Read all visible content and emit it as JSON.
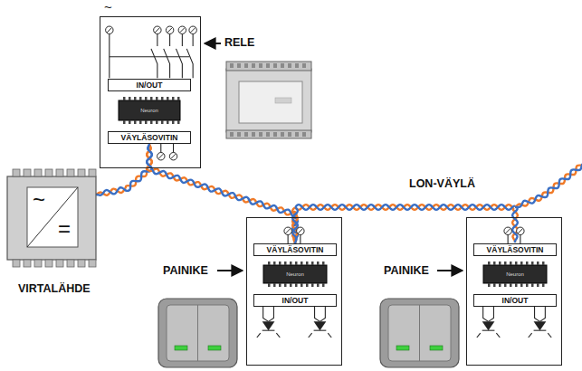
{
  "diagram": {
    "nodes": [
      {
        "text": [
          "~"
        ]
      },
      {
        "text": [
          "IN/OUT"
        ],
        "in": 0
      },
      {
        "text": [
          "Neuron"
        ],
        "in": 0
      },
      {
        "text": [
          "VÄYLÄSOVITIN"
        ],
        "in": 0
      },
      {
        "text": [
          "~",
          "="
        ]
      },
      {
        "text": []
      },
      {
        "text": [
          "VÄYLÄSOVITIN"
        ],
        "in": 5
      },
      {
        "text": [
          "Neuron"
        ],
        "in": 5
      },
      {
        "text": [
          "IN/OUT"
        ],
        "in": 5
      },
      {
        "text": []
      },
      {
        "text": [
          "VÄYLÄSOVITIN"
        ],
        "in": 9
      },
      {
        "text": [
          "Neuron"
        ],
        "in": 9
      },
      {
        "text": [
          "IN/OUT"
        ],
        "in": 9
      }
    ],
    "edges": [
      {
        "from": 4,
        "to": 3,
        "arrow": "none"
      },
      {
        "from": 3,
        "to": 6,
        "arrow": "none"
      },
      {
        "from": 6,
        "to": 10,
        "arrow": "none"
      }
    ],
    "labels": [
      "RELE",
      "LON-VÄYLÄ",
      "PAINIKE",
      "PAINIKE",
      "VIRTALÄHDE"
    ]
  }
}
